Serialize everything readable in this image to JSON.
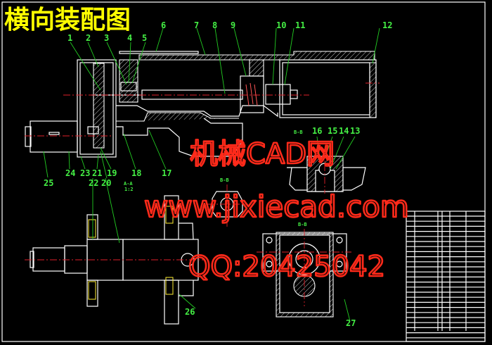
{
  "title": "横向装配图",
  "part_labels": [
    "1",
    "2",
    "3",
    "4",
    "5",
    "6",
    "7",
    "8",
    "9",
    "10",
    "11",
    "12",
    "13",
    "14",
    "15",
    "16",
    "17",
    "18",
    "19",
    "20",
    "21",
    "22",
    "23",
    "24",
    "25",
    "26",
    "27"
  ],
  "section_labels": {
    "a": "A-A",
    "a_scale": "1:2",
    "b1": "B-B",
    "b2": "B-B",
    "b3": "B-B"
  },
  "watermark": {
    "line1": "机械CAD网",
    "line2": "www.jixiecad.com",
    "line3": "QQ:20425042"
  },
  "colors": {
    "background": "#000000",
    "lines": "#ffffff",
    "labels": "#44ee44",
    "centerlines": "#e0202a",
    "title": "#ffff00",
    "watermark": "#ff2a1a"
  }
}
